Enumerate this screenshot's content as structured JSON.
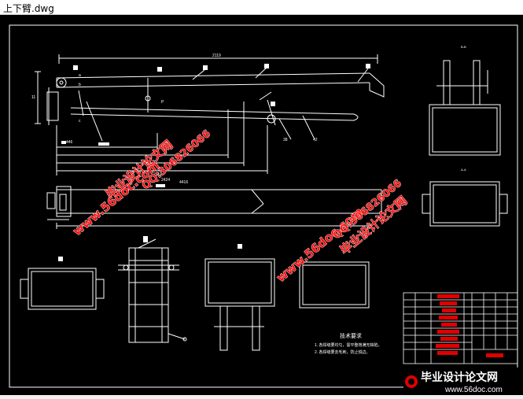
{
  "window": {
    "title": "上下臂.dwg"
  },
  "colors": {
    "background": "#000000",
    "lines": "#ffffff",
    "watermark": "#ff1414",
    "logo_red": "#e00000"
  },
  "drawing": {
    "dimensions": {
      "overall_top": "2119",
      "lower_a": "2119",
      "lower_b": "2424",
      "lower_c": "4416",
      "left_446": "446"
    },
    "small_labels": {
      "label_11": "11",
      "label_38": "38",
      "label_42": "42",
      "label_a": "a",
      "label_b": "b",
      "label_c": "c",
      "label_p": "P"
    },
    "section_labels": {
      "s1": "B-B",
      "s2": "A-A"
    },
    "tech_requirements": {
      "title": "技术要求",
      "line1": "1. 各焊缝要均匀，需平整饱满无缺陷。",
      "line2": "2. 各焊缝要去毛刺，防止锐边。"
    }
  },
  "watermarks": {
    "site_left": "www.56doc.com",
    "qq_left": "QQ:306826066",
    "brand_left": "毕业设计论文网",
    "site_mid": "www.56doc.com",
    "qq_right": "QQ:306826066",
    "brand_mid": "毕业设计论文网"
  },
  "footer_logo": {
    "brand": "毕业设计论文网",
    "url": "www.56doc.com"
  }
}
